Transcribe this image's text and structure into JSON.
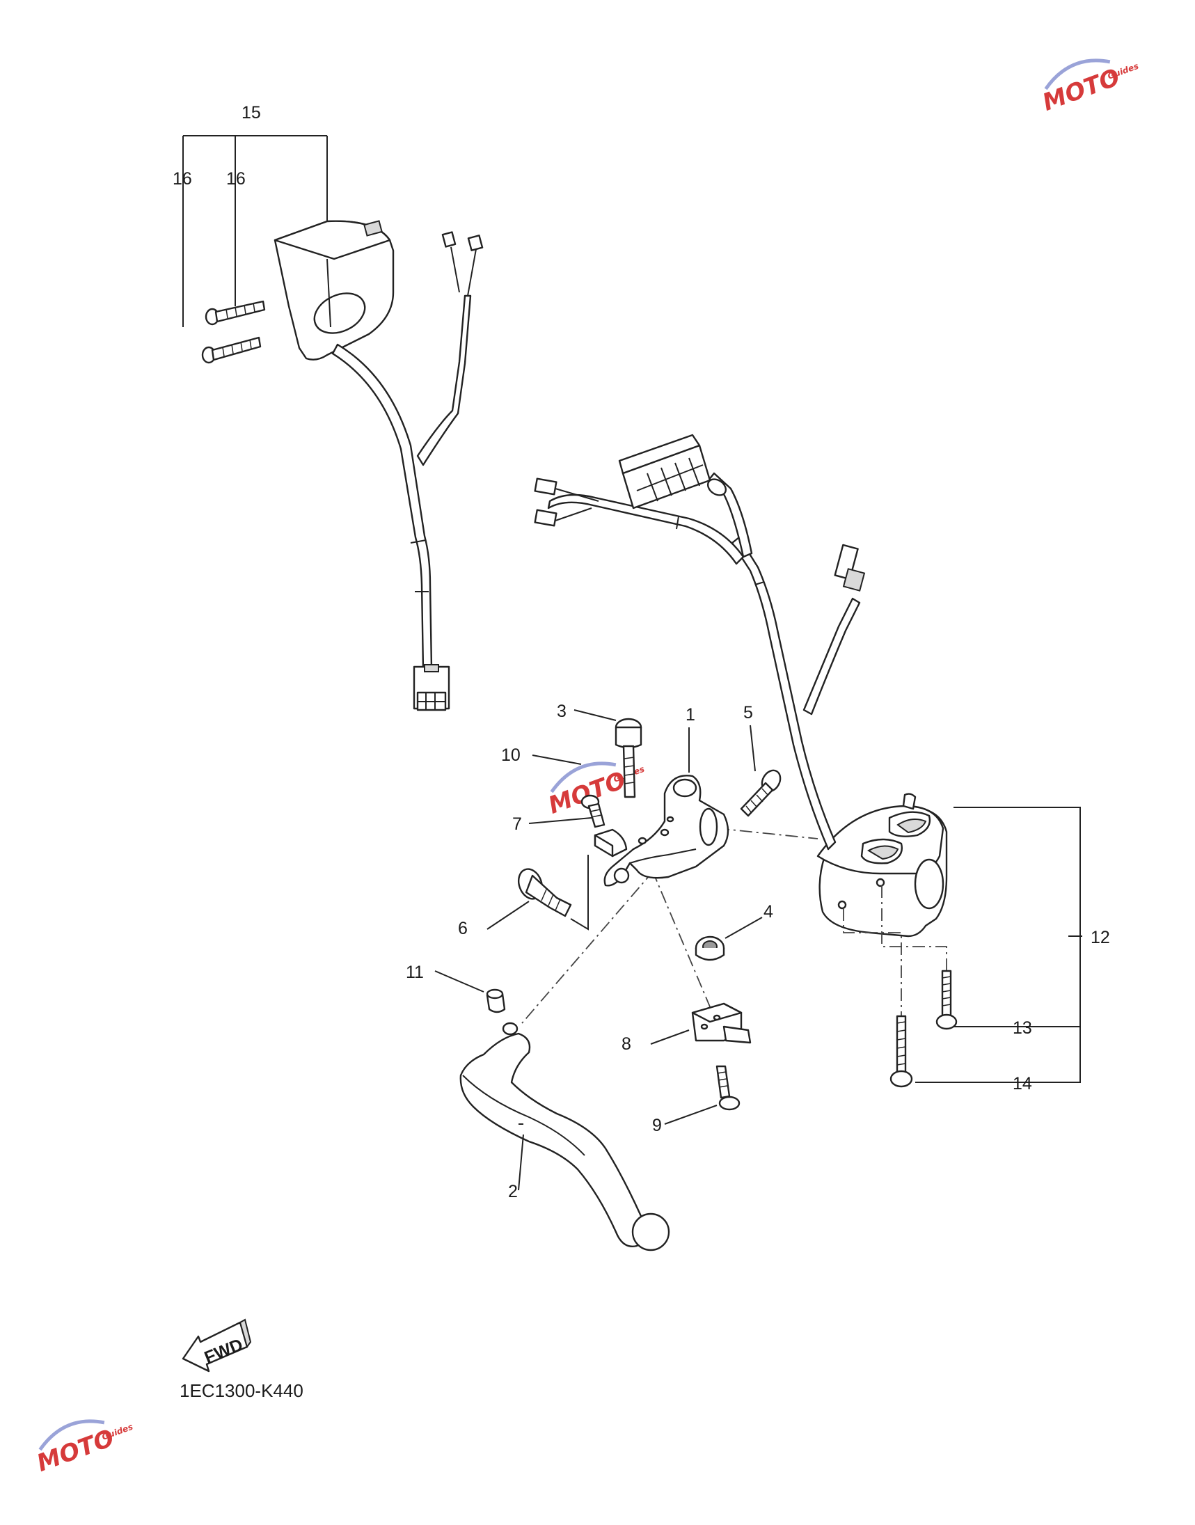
{
  "diagram_code": "1EC1300-K440",
  "fwd_label": "FWD",
  "watermark": {
    "main": "MOTO",
    "sub": "Guides",
    "color": "#d63a3a",
    "accent": "#9aa3d8"
  },
  "callouts": [
    {
      "id": "c1",
      "label": "1"
    },
    {
      "id": "c2",
      "label": "2"
    },
    {
      "id": "c3",
      "label": "3"
    },
    {
      "id": "c4",
      "label": "4"
    },
    {
      "id": "c5",
      "label": "5"
    },
    {
      "id": "c6",
      "label": "6"
    },
    {
      "id": "c7",
      "label": "7"
    },
    {
      "id": "c8",
      "label": "8"
    },
    {
      "id": "c9",
      "label": "9"
    },
    {
      "id": "c10",
      "label": "10"
    },
    {
      "id": "c11",
      "label": "11"
    },
    {
      "id": "c12",
      "label": "12"
    },
    {
      "id": "c13",
      "label": "13"
    },
    {
      "id": "c14",
      "label": "14"
    },
    {
      "id": "c15",
      "label": "15"
    },
    {
      "id": "c16a",
      "label": "16"
    },
    {
      "id": "c16b",
      "label": "16"
    }
  ]
}
